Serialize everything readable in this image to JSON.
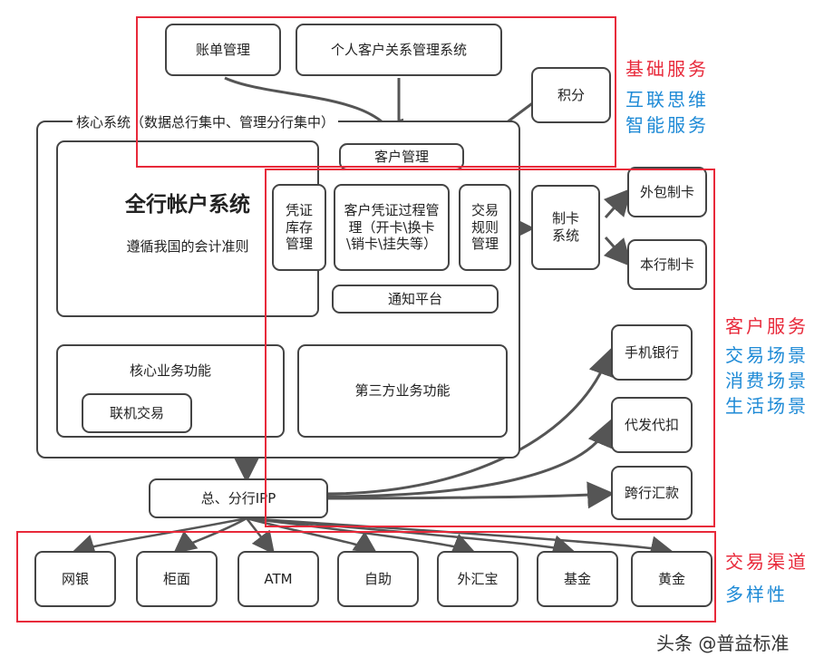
{
  "top": {
    "billing": "账单管理",
    "crm": "个人客户关系管理系统",
    "points": "积分",
    "customer_mgmt": "客户管理"
  },
  "core": {
    "title": "核心系统（数据总行集中、管理分行集中）",
    "account_system": "全行帐户系统",
    "accounting_rule": "遵循我国的会计准则",
    "voucher_stock": "凭证库存管理",
    "voucher_process": "客户凭证过程管理（开卡\\换卡\\销卡\\挂失等）",
    "trade_rules": "交易规则管理",
    "notify": "通知平台",
    "core_business": "核心业务功能",
    "online_trade": "联机交易",
    "third_party": "第三方业务功能"
  },
  "card": {
    "system": "制卡系统",
    "outsourced": "外包制卡",
    "inhouse": "本行制卡"
  },
  "services": [
    "手机银行",
    "代发代扣",
    "跨行汇款"
  ],
  "ipp": "总、分行IPP",
  "channels": [
    "网银",
    "柜面",
    "ATM",
    "自助",
    "外汇宝",
    "基金",
    "黄金"
  ],
  "labels": {
    "basic_service": "基础服务",
    "internet_thinking": "互联思维",
    "smart_service": "智能服务",
    "customer_service": "客户服务",
    "trade_scene": "交易场景",
    "consume_scene": "消费场景",
    "life_scene": "生活场景",
    "channel_diversity": "交易渠道",
    "diversity": "多样性"
  },
  "watermark": "头条 @普益标准",
  "colors": {
    "highlight_red": "#e8293a",
    "label_blue": "#1e8ad6"
  }
}
